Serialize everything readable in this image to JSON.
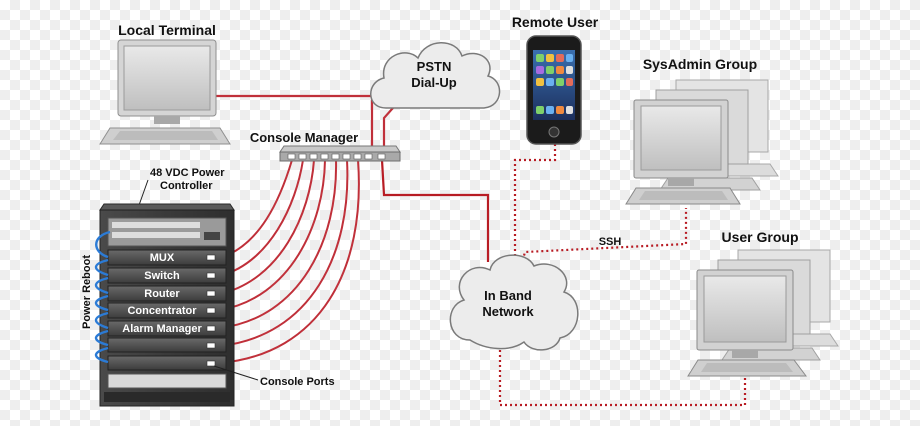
{
  "labels": {
    "local_terminal": "Local Terminal",
    "remote_user": "Remote User",
    "pstn_line1": "PSTN",
    "pstn_line2": "Dial-Up",
    "sysadmin_group": "SysAdmin Group",
    "console_manager": "Console Manager",
    "power_controller_line1": "48 VDC Power",
    "power_controller_line2": "Controller",
    "ssh": "SSH",
    "user_group": "User Group",
    "in_band_line1": "In Band",
    "in_band_line2": "Network",
    "power_reboot": "Power Reboot",
    "console_ports": "Console Ports"
  },
  "rack_units": [
    "MUX",
    "Switch",
    "Router",
    "Concentrator",
    "Alarm Manager"
  ],
  "colors": {
    "serial_cable": "#c0303a",
    "network_cable": "#b81c24",
    "power_cable": "#2b7bd6",
    "rack_body": "#3f3f3f",
    "cloud": "#ececec"
  }
}
